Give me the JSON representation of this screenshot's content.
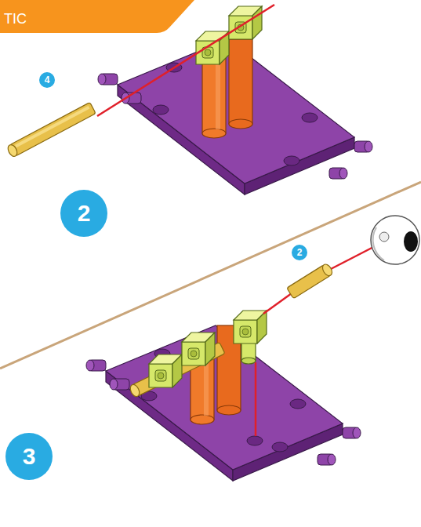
{
  "diagram": {
    "nodes": [
      {
        "text": [
          "TIC"
        ]
      },
      {
        "text": [
          "4"
        ]
      },
      {
        "text": [
          "2"
        ]
      },
      {
        "text": [
          "2"
        ]
      },
      {
        "text": [
          "3"
        ]
      }
    ]
  }
}
